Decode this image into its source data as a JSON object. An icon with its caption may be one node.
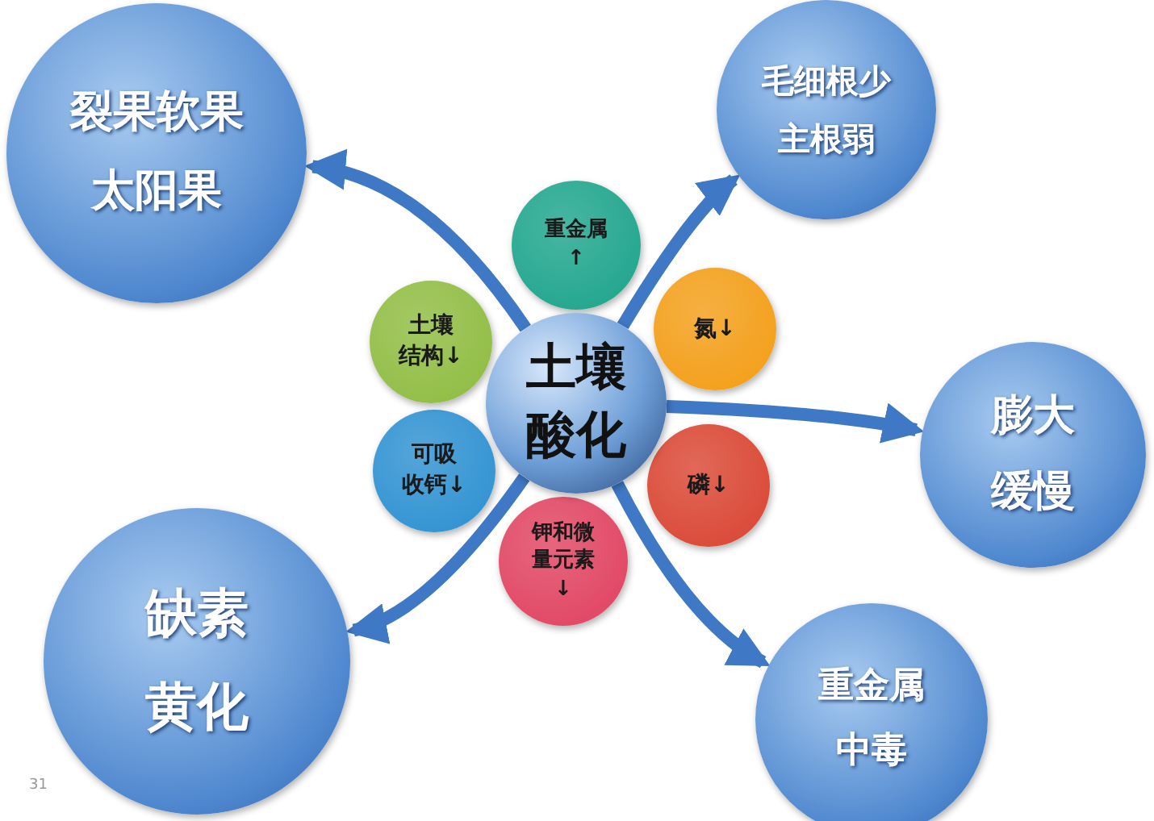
{
  "diagram": {
    "nodes": [
      {
        "text": [
          "土壤酸化"
        ]
      },
      {
        "text": [
          "重金属↑"
        ]
      },
      {
        "text": [
          "氮↓"
        ]
      },
      {
        "text": [
          "磷↓"
        ]
      },
      {
        "text": [
          "钾和微量元素↓"
        ]
      },
      {
        "text": [
          "可吸收钙↓"
        ]
      },
      {
        "text": [
          "土壤结构↓"
        ]
      },
      {
        "text": [
          "裂果软果太阳果"
        ]
      },
      {
        "text": [
          "毛细根少主根弱"
        ]
      },
      {
        "text": [
          "膨大缓慢"
        ]
      },
      {
        "text": [
          "缺素黄化"
        ]
      },
      {
        "text": [
          "重金属中毒"
        ]
      }
    ],
    "edges": [
      {
        "from": 0,
        "to": 7,
        "arrow": "to"
      },
      {
        "from": 0,
        "to": 8,
        "arrow": "to"
      },
      {
        "from": 0,
        "to": 9,
        "arrow": "to"
      },
      {
        "from": 0,
        "to": 10,
        "arrow": "to"
      },
      {
        "from": 0,
        "to": 11,
        "arrow": "to"
      }
    ],
    "labels": [
      "31"
    ]
  }
}
